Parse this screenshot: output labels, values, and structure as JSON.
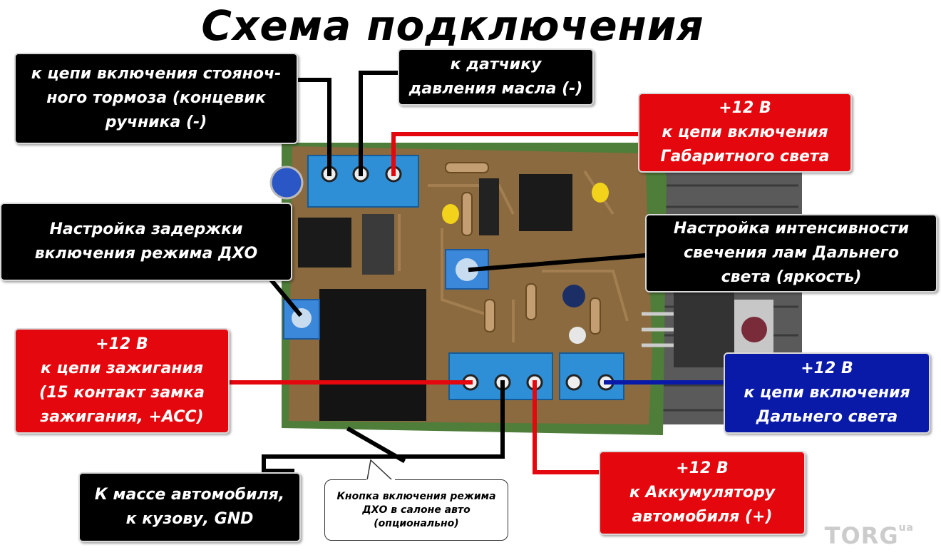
{
  "title": "Схема подключения",
  "labels": {
    "handbrake": [
      "к цепи включения стояноч-",
      "ного тормоза (концевик",
      "ручника (-)"
    ],
    "oil_sensor": [
      "к датчику",
      "давления масла (-)"
    ],
    "parking_lights": [
      "+12 В",
      "к цепи включения",
      "Габаритного света"
    ],
    "delay": [
      "Настройка задержки",
      "включения режима ДХО"
    ],
    "brightness": [
      "Настройка интенсивности",
      "свечения лам Дальнего",
      "света (яркость)"
    ],
    "ignition": [
      "+12 В",
      "к цепи зажигания",
      "(15 контакт замка",
      "зажигания, +ACC)"
    ],
    "high_beam": [
      "+12 В",
      "к цепи включения",
      "Дальнего света"
    ],
    "ground": [
      "К массе автомобиля,",
      "к кузову, GND"
    ],
    "button": [
      "Кнопка включения режима",
      "ДХО в салоне авто",
      "(опционально)"
    ],
    "battery": [
      "+12 В",
      "к Аккумулятору",
      "автомобиля (+)"
    ]
  },
  "watermark": {
    "main": "TORG",
    "sub": "ua"
  },
  "colors": {
    "black": "#000000",
    "red": "#e4070d",
    "blue": "#0a1aa8",
    "board": "#8a6a3e",
    "terminal": "#2e8fd6"
  }
}
